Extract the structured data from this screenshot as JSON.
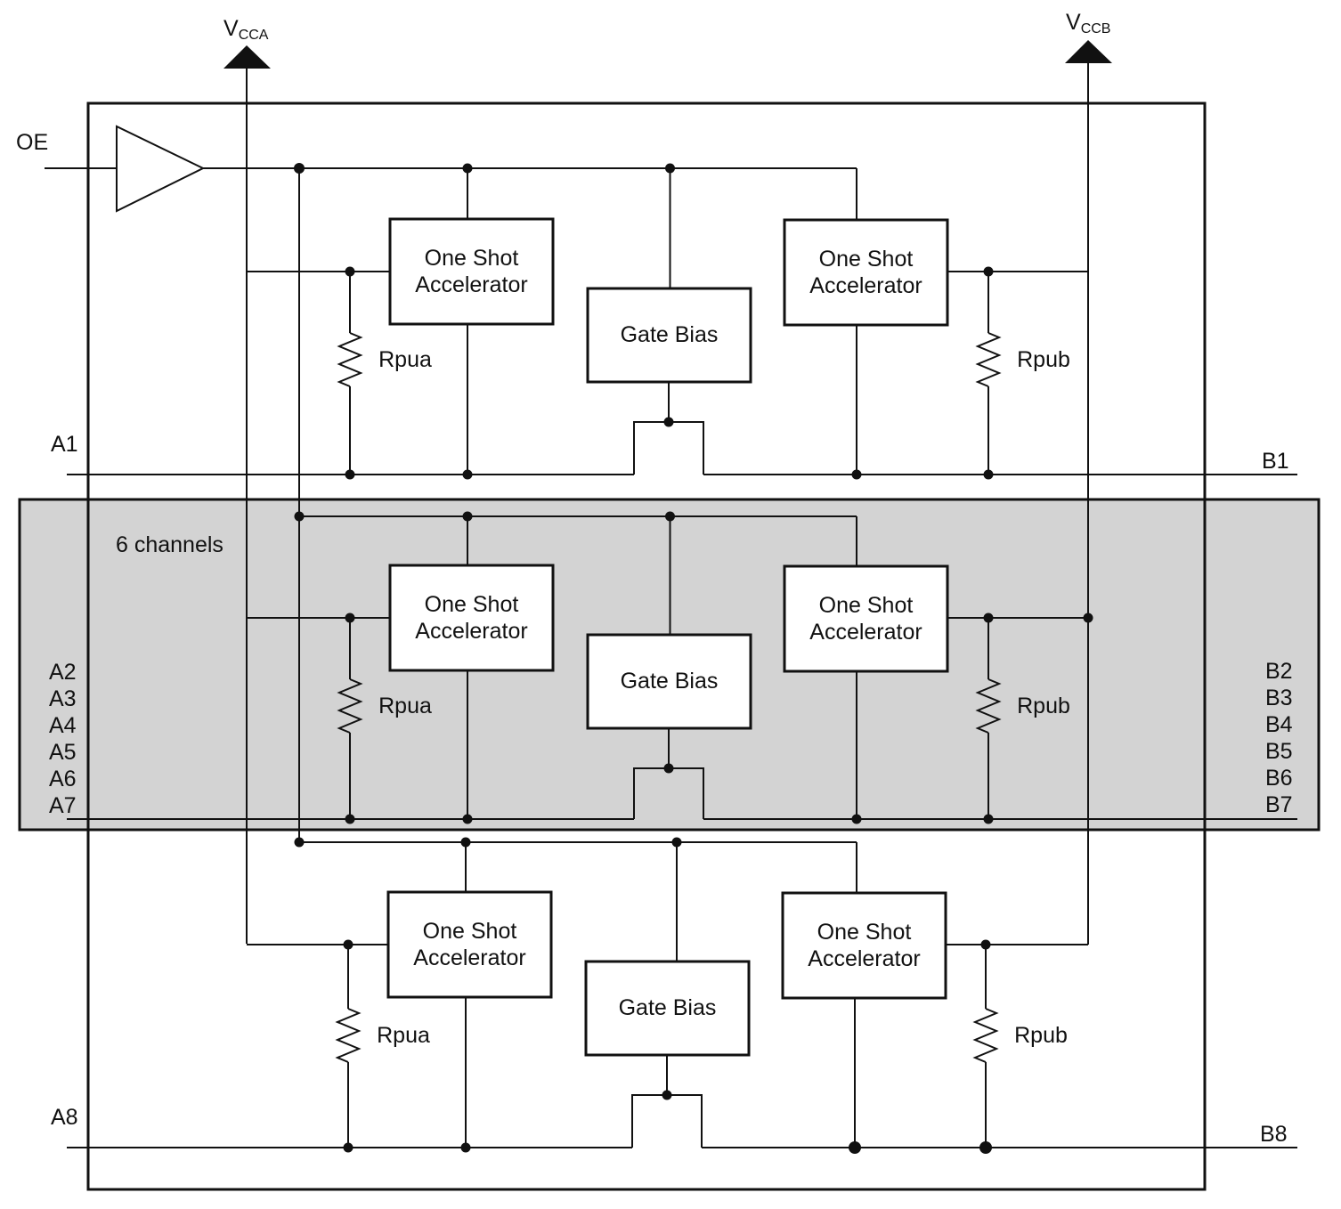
{
  "supplies": {
    "vcca": {
      "main": "V",
      "sub": "CCA"
    },
    "vccb": {
      "main": "V",
      "sub": "CCB"
    }
  },
  "oe_label": "OE",
  "multi_channel_label": "6 channels",
  "blocks": {
    "accel_line1": "One Shot",
    "accel_line2": "Accelerator",
    "gate_bias": "Gate Bias",
    "rpua": "Rpua",
    "rpub": "Rpub"
  },
  "a_ports": {
    "top": "A1",
    "middle": [
      "A2",
      "A3",
      "A4",
      "A5",
      "A6",
      "A7"
    ],
    "bottom": "A8"
  },
  "b_ports": {
    "top": "B1",
    "middle": [
      "B2",
      "B3",
      "B4",
      "B5",
      "B6",
      "B7"
    ],
    "bottom": "B8"
  },
  "colors": {
    "shaded_region": "#d3d3d3",
    "lines": "#111111"
  }
}
